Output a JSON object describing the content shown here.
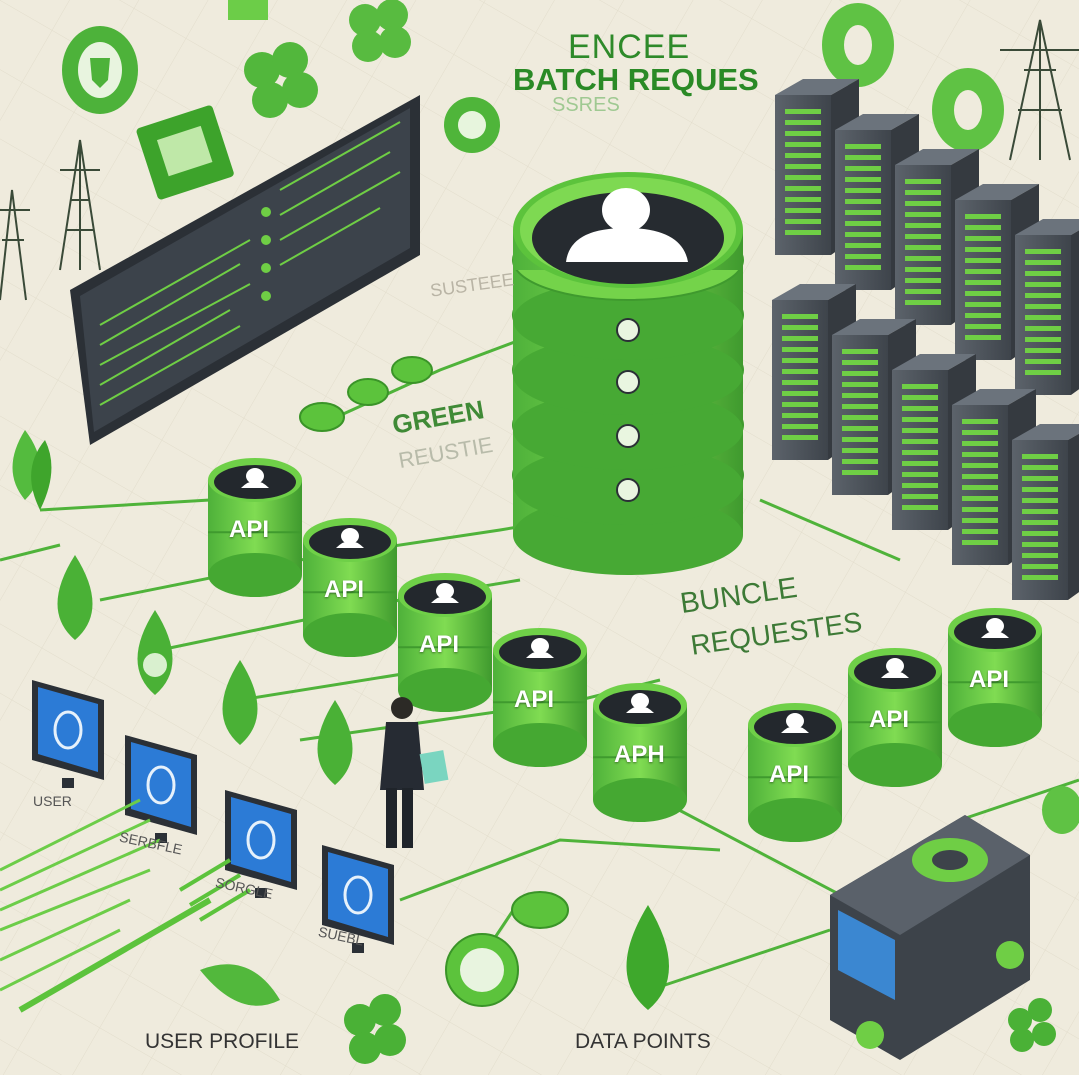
{
  "labels": {
    "title_top": "ENCEE",
    "title": "BATCH REQUES",
    "title_sub": "SSRES",
    "faint_center": "SUSTEEE",
    "green": "GREEN",
    "green_sub": "REUSTIE",
    "bundle": "BUNCLE",
    "bundle_2": "REQUESTES",
    "user_profile": "USER PROFILE",
    "data_points": "DATA POINTS",
    "usr": "USER",
    "smp1": "SERBFLE",
    "smp2": "SORGLE",
    "smp3": "SUEBL"
  },
  "api_labels": [
    "API",
    "API",
    "API",
    "API",
    "APH",
    "API",
    "API",
    "API"
  ],
  "colors": {
    "background": "#efebdd",
    "green": "#6fce45",
    "green_dark": "#3d9a2b",
    "server": "#4e545d",
    "screen": "#3a4048",
    "monitor_blue": "#2c7bd6"
  },
  "icons": [
    "database-icon",
    "user-icon",
    "server-icon",
    "monitor-icon",
    "power-tower-icon",
    "leaf-icon",
    "drop-icon",
    "clover-icon",
    "truck-icon",
    "person-icon"
  ]
}
